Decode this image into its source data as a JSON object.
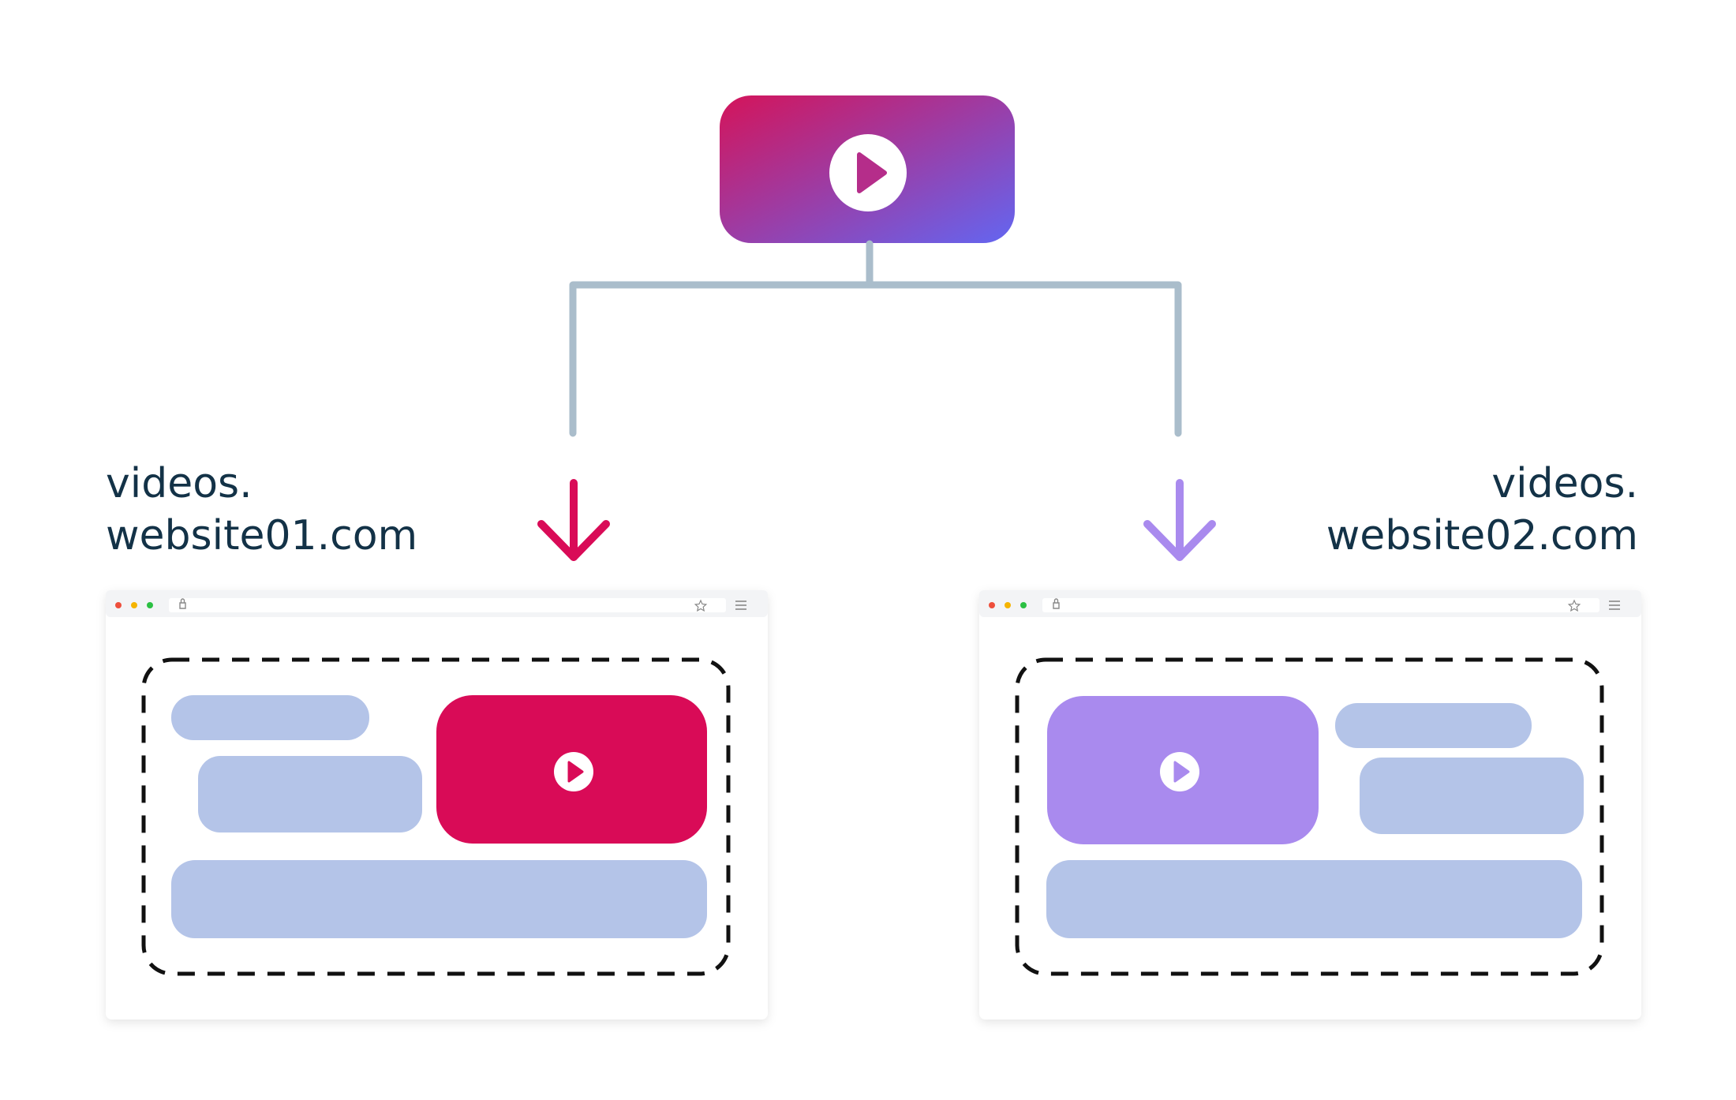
{
  "source_video": {
    "gradient_start": "#d4145a",
    "gradient_end": "#6366f1",
    "icon": "play-icon"
  },
  "connector_color": "#aabdcb",
  "sites": [
    {
      "domain_line1": "videos.",
      "domain_line2": "website01.com",
      "arrow_color": "#d90b57",
      "video_color": "#d90b57",
      "video_position": "right",
      "placeholder_color": "#b4c4e8"
    },
    {
      "domain_line1": "videos.",
      "domain_line2": "website02.com",
      "arrow_color": "#a98aee",
      "video_color": "#a98aee",
      "video_position": "left",
      "placeholder_color": "#b4c4e8"
    }
  ]
}
